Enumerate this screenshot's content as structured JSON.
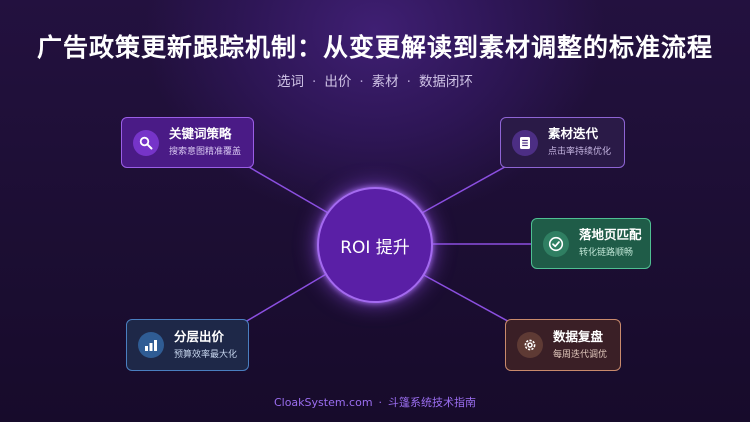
{
  "title": "广告政策更新跟踪机制：从变更解读到素材调整的标准流程",
  "subtitle": {
    "items": [
      "选词",
      "出价",
      "素材",
      "数据闭环"
    ],
    "separator": "·"
  },
  "hub": {
    "label": "ROI 提升"
  },
  "cards": {
    "keywords": {
      "title": "关键词策略",
      "desc": "搜索意图精准覆盖",
      "icon": "search-icon"
    },
    "creative": {
      "title": "素材迭代",
      "desc": "点击率持续优化",
      "icon": "document-icon"
    },
    "landing": {
      "title": "落地页匹配",
      "desc": "转化链路顺畅",
      "icon": "check-circle-icon"
    },
    "bidding": {
      "title": "分层出价",
      "desc": "预算效率最大化",
      "icon": "bar-chart-icon"
    },
    "review": {
      "title": "数据复盘",
      "desc": "每周迭代调优",
      "icon": "gear-icon"
    }
  },
  "footer": {
    "site": "CloakSystem.com",
    "separator": "·",
    "text": "斗篷系统技术指南"
  },
  "colors": {
    "hub": "#5a1fa6",
    "line": "#8b4fe0",
    "footer": "#9b6ef0"
  }
}
